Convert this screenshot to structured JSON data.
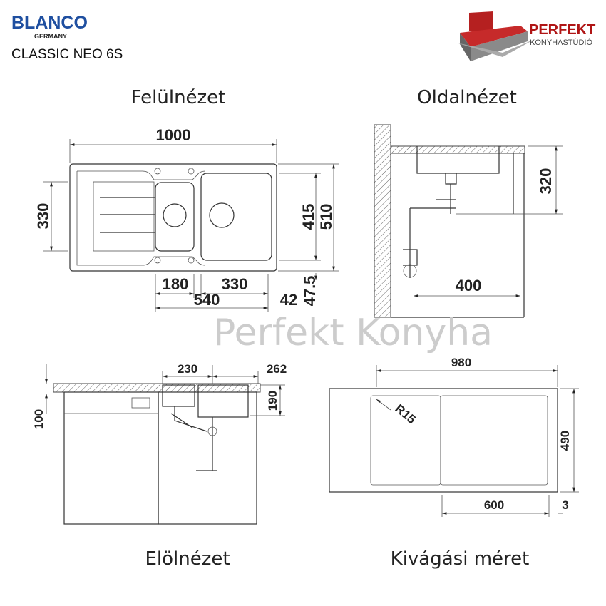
{
  "brand": {
    "name": "BLANCO",
    "sub": "GERMANY",
    "product": "CLASSIC NEO 6S",
    "accent": "#1f4fa0"
  },
  "studio": {
    "name": "PERFEKT",
    "sub": "KONYHASTÚDIÓ",
    "accent": "#b01515"
  },
  "watermark": "Perfekt Konyha",
  "views": {
    "top": {
      "title": "Felülnézet",
      "dims": {
        "width": "1000",
        "drain": "330",
        "bowl_h": "415",
        "depth": "510",
        "small": "180",
        "large": "330",
        "total": "540",
        "edge": "42",
        "front": "47.5"
      }
    },
    "side": {
      "title": "Oldalnézet",
      "dims": {
        "depth": "320",
        "reach": "400"
      }
    },
    "front": {
      "title": "Elölnézet",
      "dims": {
        "a": "230",
        "b": "262",
        "thick": "100",
        "bowl": "190"
      }
    },
    "cutout": {
      "title": "Kivágási méret",
      "dims": {
        "width": "980",
        "height": "490",
        "radius": "R15",
        "offset": "600",
        "gap": "3"
      }
    }
  }
}
